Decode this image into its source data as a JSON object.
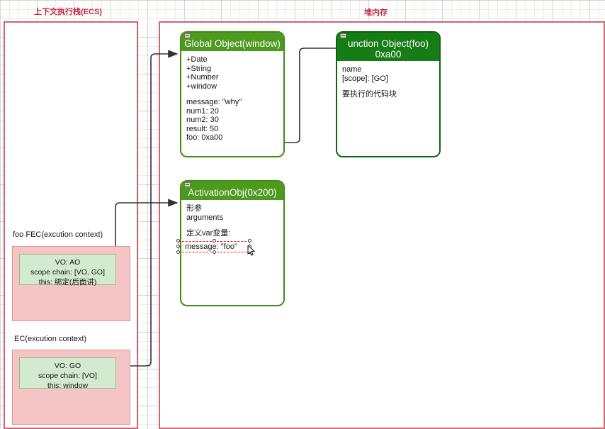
{
  "bands": {
    "left_label": "上下文执行栈(ECS)",
    "right_label": "堆内存"
  },
  "colors": {
    "band_text": "#c3273f",
    "container_border": "#cc6677",
    "ec_block": "#f5c4c4",
    "vo_block": "#d4ead0",
    "card_header_light": "#4e9a1f",
    "card_header_dark": "#167c16",
    "selection": "#e0201a"
  },
  "cards": {
    "global_object": {
      "title": "Global Object(window)",
      "icon": "collapse-icon",
      "body_lines": [
        "+Date",
        "+String",
        "+Number",
        "+window",
        "",
        "message: \"why\"",
        "num1: 20",
        "num2: 30",
        "result: 50",
        "foo: 0xa00"
      ]
    },
    "function_object": {
      "title_line1": "unction Object(foo)",
      "title_line2": "0xa00",
      "icon": "collapse-icon",
      "body_lines": [
        "name",
        "[scope]: [GO]",
        "",
        "要执行的代码块"
      ]
    },
    "activation_object": {
      "title": "ActivationObj(0x200)",
      "icon": "collapse-icon",
      "body_lines": [
        "形参",
        "arguments",
        "",
        "定义var变量:"
      ],
      "selected_line": "message: \"foo\""
    }
  },
  "stack": {
    "foo_fec": {
      "caption": "foo FEC(excution context)",
      "vo_lines": [
        "VO: AO",
        "scope chain: [VO, GO]",
        "this: 绑定(后面讲)"
      ]
    },
    "ec": {
      "caption": "EC(excution context)",
      "vo_lines": [
        "VO: GO",
        "scope chain: [VO]",
        "this: window"
      ]
    }
  }
}
